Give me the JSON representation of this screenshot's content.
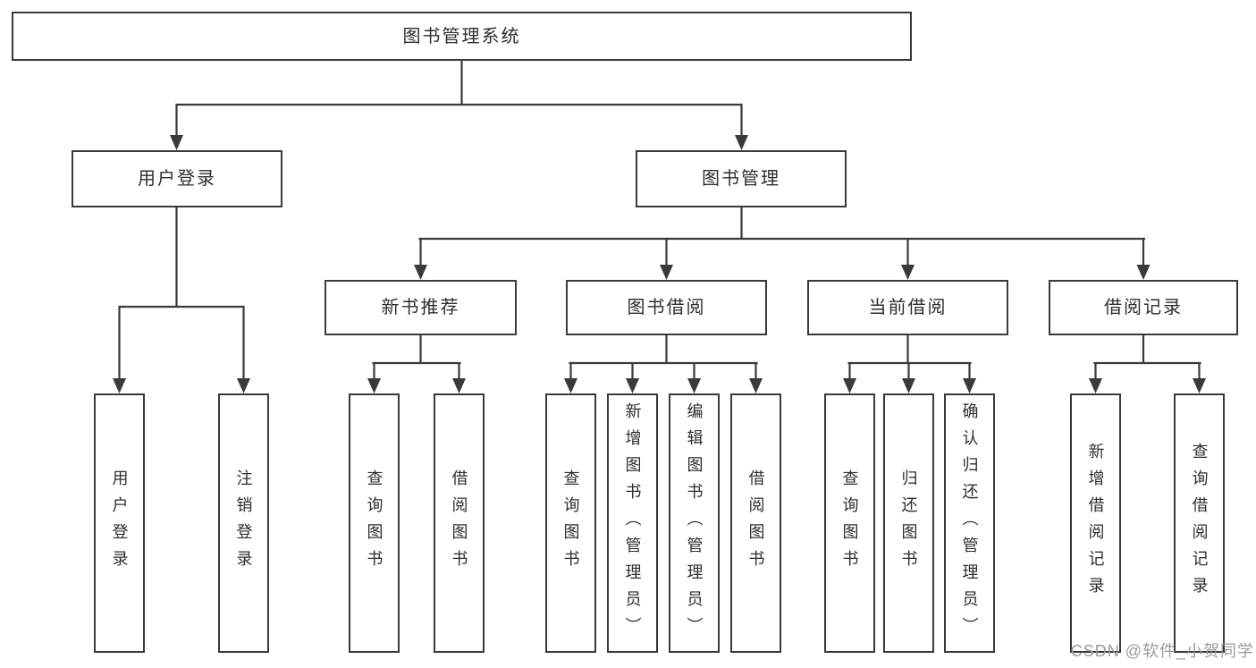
{
  "diagram": {
    "root": {
      "label": "图书管理系统"
    },
    "level1": [
      {
        "label": "用户登录"
      },
      {
        "label": "图书管理"
      }
    ],
    "level2": [
      {
        "label": "新书推荐"
      },
      {
        "label": "图书借阅"
      },
      {
        "label": "当前借阅"
      },
      {
        "label": "借阅记录"
      }
    ],
    "leaves": {
      "user_login": [
        {
          "label": "用户登录"
        },
        {
          "label": "注销登录"
        }
      ],
      "new_book": [
        {
          "label": "查询图书"
        },
        {
          "label": "借阅图书"
        }
      ],
      "borrow": [
        {
          "label": "查询图书"
        },
        {
          "label": "新增图书（管理员）"
        },
        {
          "label": "编辑图书（管理员）"
        },
        {
          "label": "借阅图书"
        }
      ],
      "current": [
        {
          "label": "查询图书"
        },
        {
          "label": "归还图书"
        },
        {
          "label": "确认归还（管理员）"
        }
      ],
      "records": [
        {
          "label": "新增借阅记录"
        },
        {
          "label": "查询借阅记录"
        }
      ]
    }
  },
  "watermark": {
    "text": "CSDN @软件_小贺同学"
  },
  "colors": {
    "line": "#3a3a3a",
    "border": "#3a3a3a",
    "text": "#2e2e2e",
    "background": "#ffffff",
    "watermark": "#9b9b9b"
  }
}
